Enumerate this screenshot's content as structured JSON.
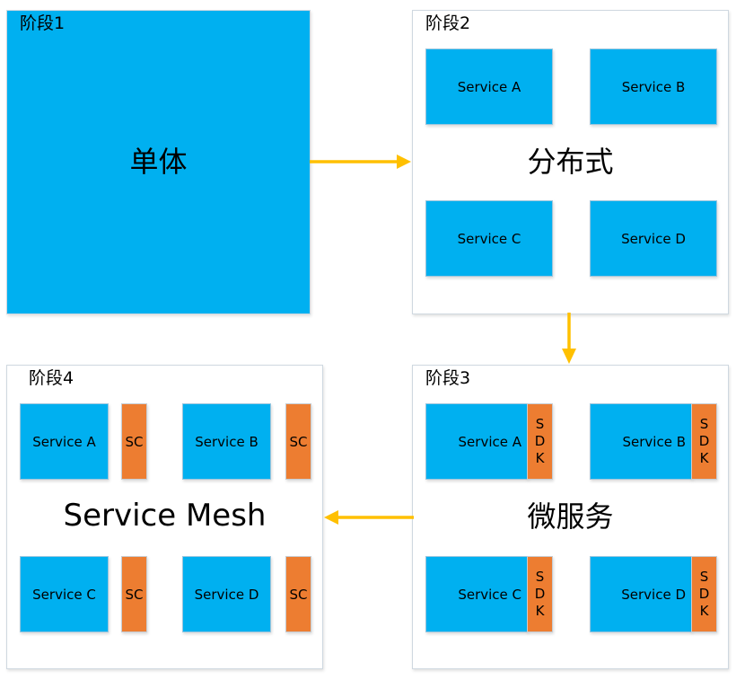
{
  "stages": [
    {
      "label": "阶段1",
      "title": "单体"
    },
    {
      "label": "阶段2",
      "title": "分布式",
      "services": [
        "Service A",
        "Service B",
        "Service C",
        "Service D"
      ]
    },
    {
      "label": "阶段3",
      "title": "微服务",
      "services": [
        "Service A",
        "Service B",
        "Service C",
        "Service D"
      ],
      "sidecar_label": "SDK",
      "sidecar_letters": [
        "S",
        "D",
        "K"
      ]
    },
    {
      "label": "阶段4",
      "title": "Service Mesh",
      "services": [
        "Service A",
        "Service B",
        "Service C",
        "Service D"
      ],
      "sidecar_label": "SC"
    }
  ],
  "colors": {
    "service": "#00b0f0",
    "sidecar": "#ed7d31",
    "arrow": "#ffc000",
    "border": "#cfd8e0"
  }
}
